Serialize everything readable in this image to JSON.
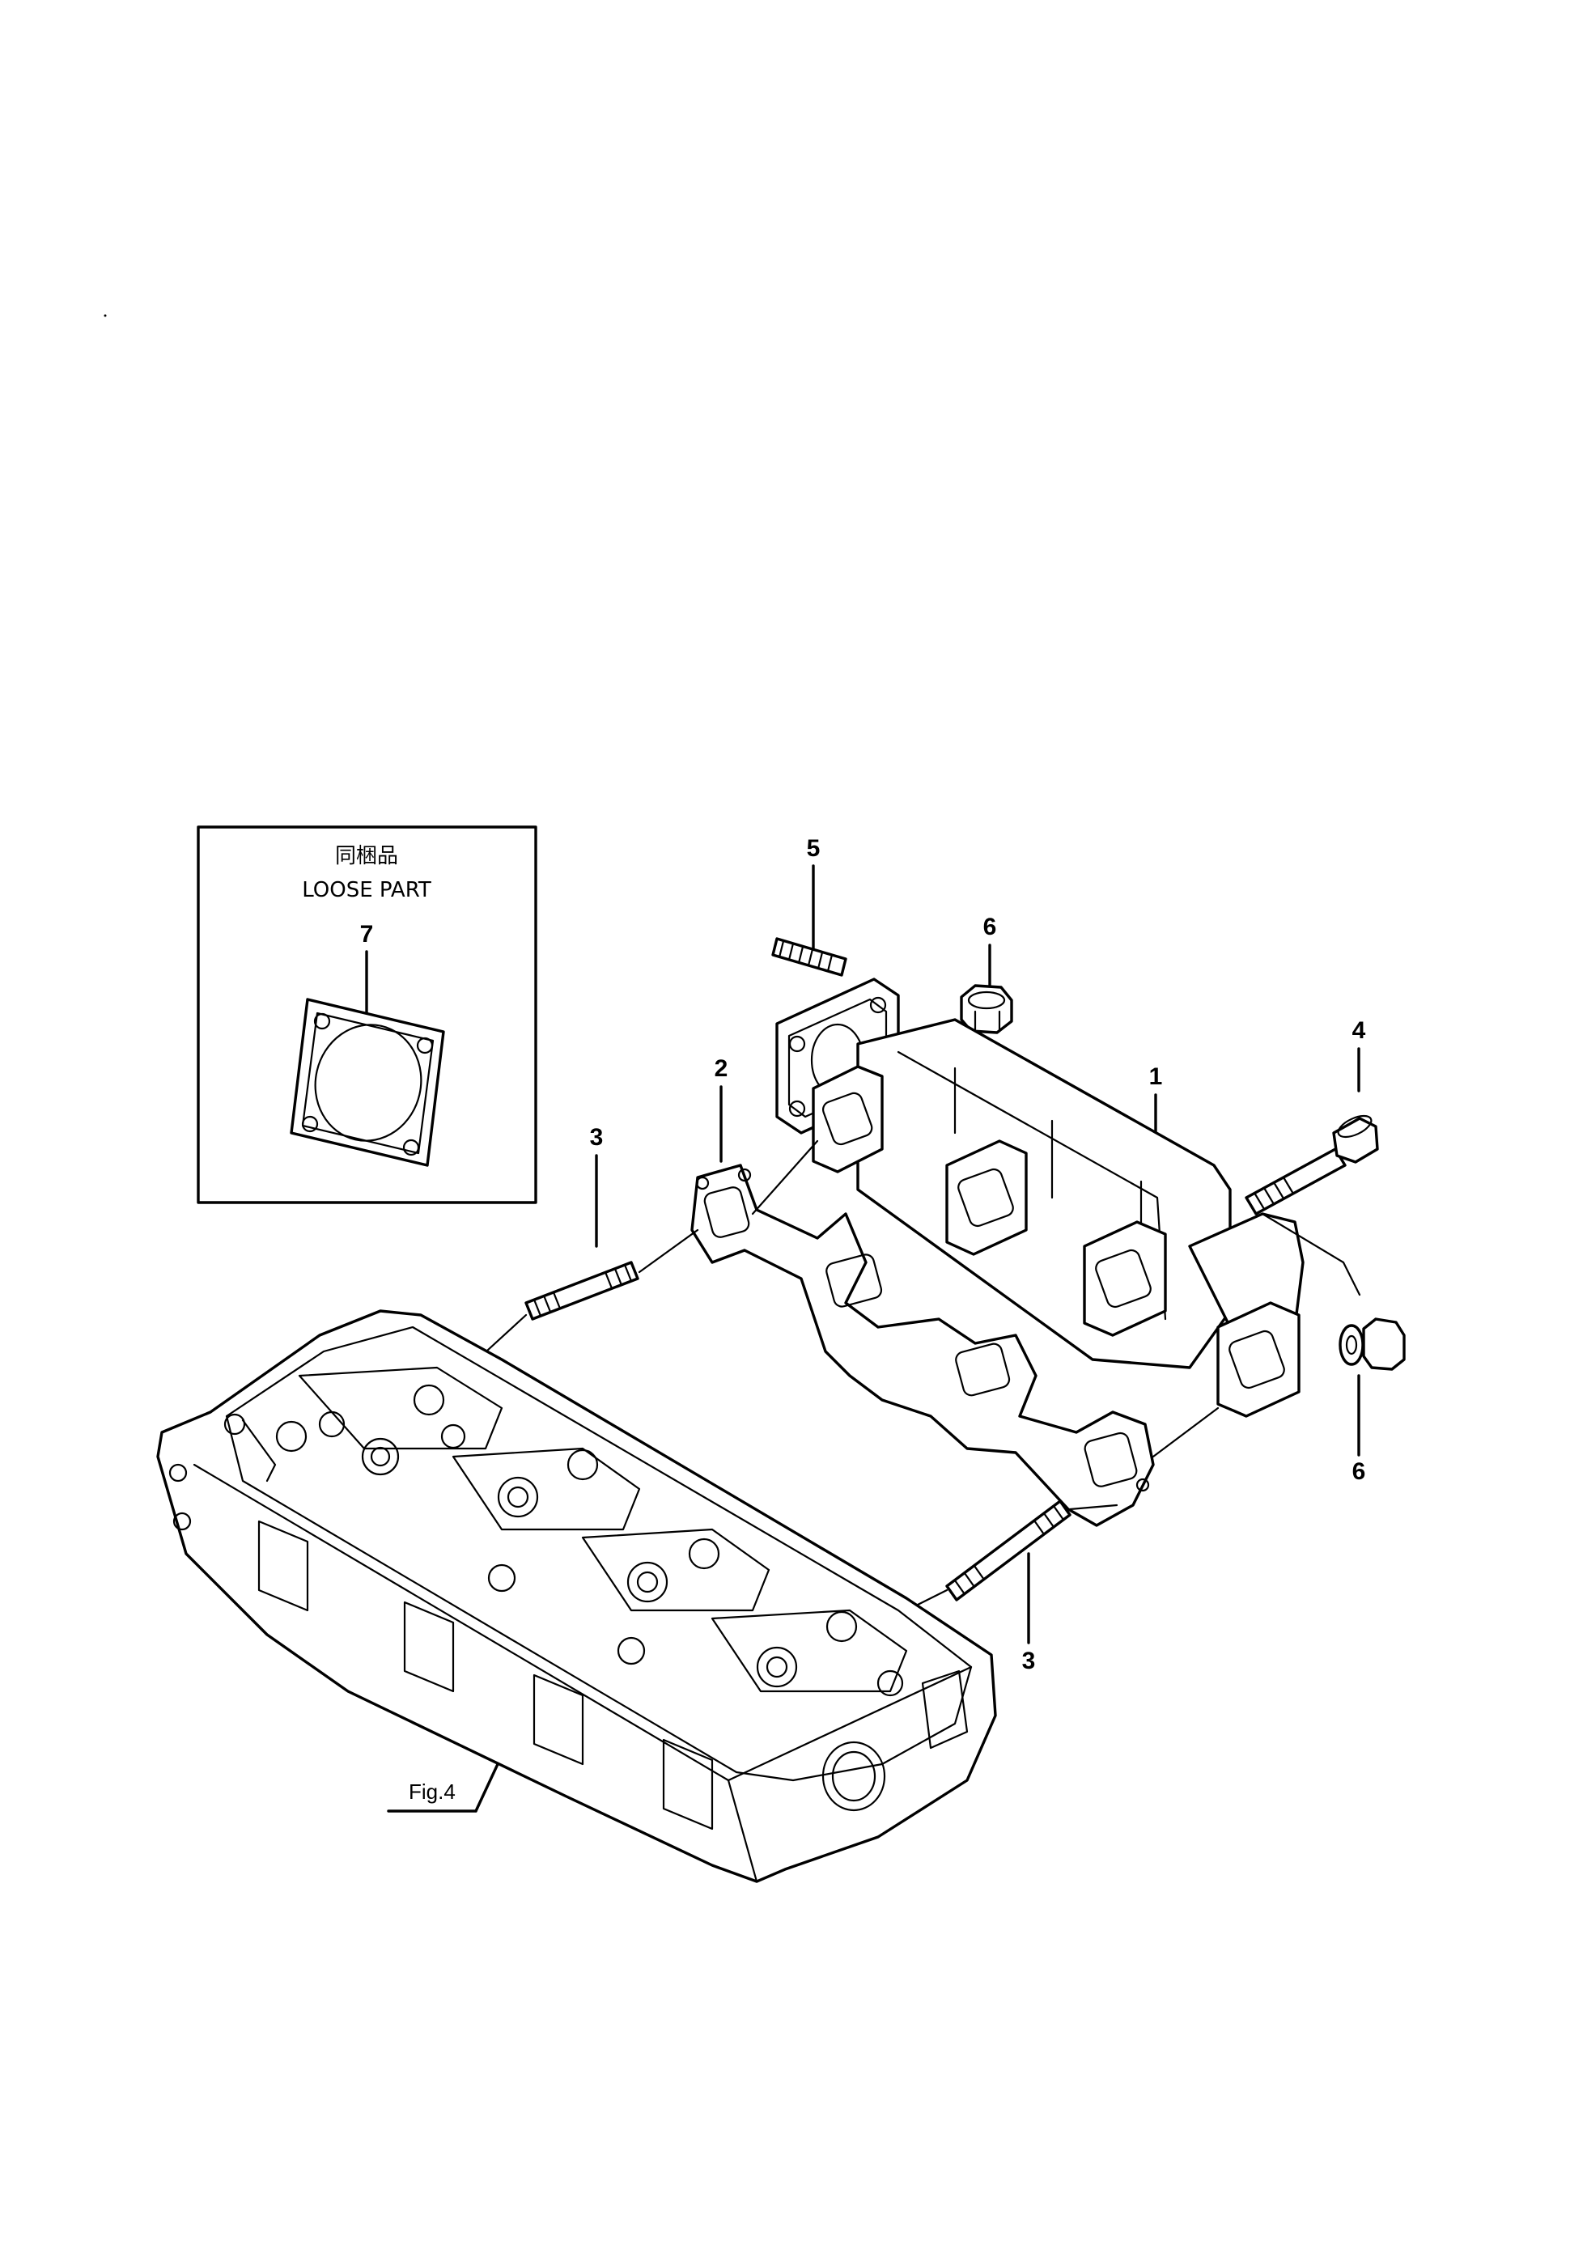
{
  "loose_part_box": {
    "title_jp": "同梱品",
    "title_en": "LOOSE PART",
    "item": "7"
  },
  "callouts": {
    "c1": "1",
    "c2": "2",
    "c3_top": "3",
    "c3_bottom": "3",
    "c4": "4",
    "c5": "5",
    "c6_top": "6",
    "c6_bottom": "6"
  },
  "figure_ref": "Fig.4"
}
